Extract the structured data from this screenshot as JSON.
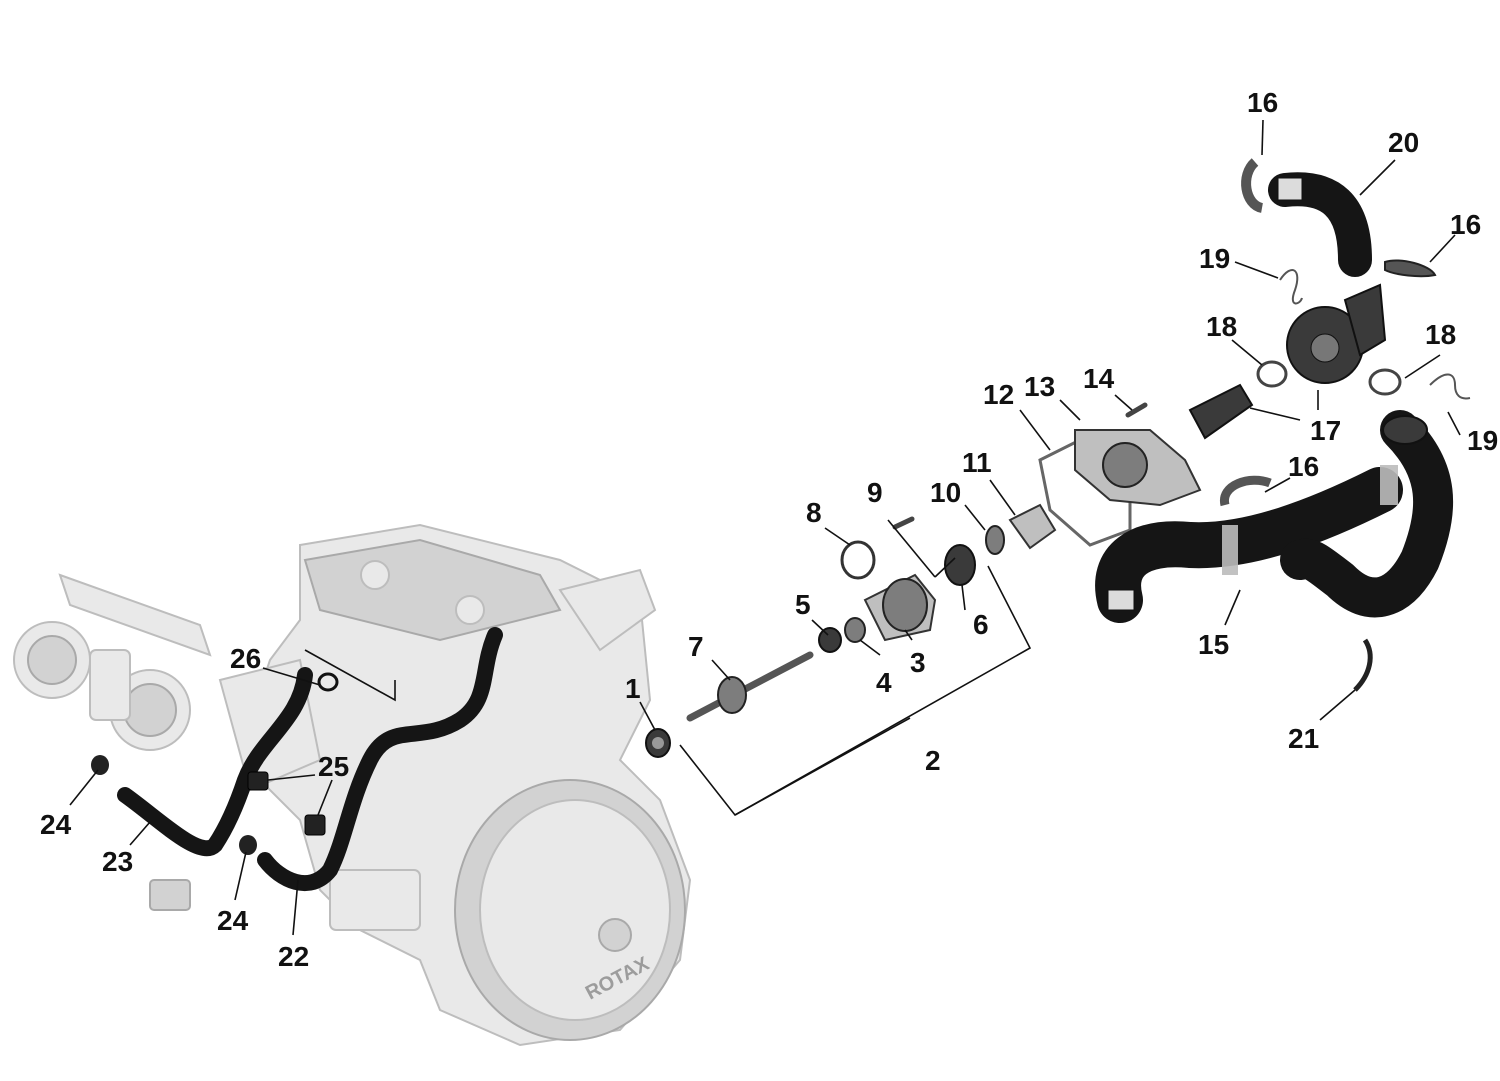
{
  "diagram": {
    "callouts": [
      {
        "id": "1",
        "text": "1"
      },
      {
        "id": "2",
        "text": "2"
      },
      {
        "id": "3",
        "text": "3"
      },
      {
        "id": "4",
        "text": "4"
      },
      {
        "id": "5",
        "text": "5"
      },
      {
        "id": "6",
        "text": "6"
      },
      {
        "id": "7",
        "text": "7"
      },
      {
        "id": "8",
        "text": "8"
      },
      {
        "id": "9",
        "text": "9"
      },
      {
        "id": "10",
        "text": "10"
      },
      {
        "id": "11",
        "text": "11"
      },
      {
        "id": "12",
        "text": "12"
      },
      {
        "id": "13",
        "text": "13"
      },
      {
        "id": "14",
        "text": "14"
      },
      {
        "id": "15",
        "text": "15"
      },
      {
        "id": "16a",
        "text": "16"
      },
      {
        "id": "16b",
        "text": "16"
      },
      {
        "id": "16c",
        "text": "16"
      },
      {
        "id": "17",
        "text": "17"
      },
      {
        "id": "18a",
        "text": "18"
      },
      {
        "id": "18b",
        "text": "18"
      },
      {
        "id": "19a",
        "text": "19"
      },
      {
        "id": "19b",
        "text": "19"
      },
      {
        "id": "20",
        "text": "20"
      },
      {
        "id": "21",
        "text": "21"
      },
      {
        "id": "22",
        "text": "22"
      },
      {
        "id": "23",
        "text": "23"
      },
      {
        "id": "24a",
        "text": "24"
      },
      {
        "id": "24b",
        "text": "24"
      },
      {
        "id": "25",
        "text": "25"
      },
      {
        "id": "26",
        "text": "26"
      }
    ],
    "engine_logo": "ROTAX"
  }
}
